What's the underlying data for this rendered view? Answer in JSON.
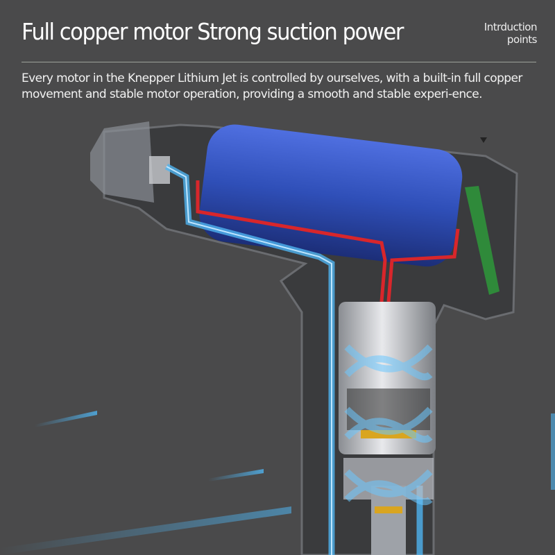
{
  "header": {
    "title": "Full copper motor Strong suction power",
    "intro_line1": "Intrduction",
    "intro_line2": "points"
  },
  "description": "Every motor in the Knepper Lithium Jet is controlled by ourselves, with a built-in full copper movement and stable motor operation, providing a smooth and stable experi-ence.",
  "colors": {
    "background": "#4a4a4b",
    "battery": "#2f4fb8",
    "wire": "#d8262b",
    "airflow": "#4fb4f0",
    "pcb": "#2f8a3a"
  }
}
